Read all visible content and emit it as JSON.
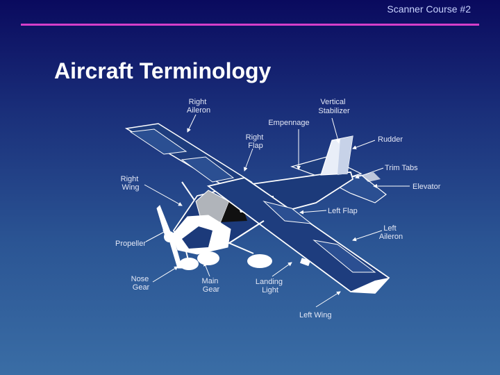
{
  "header": {
    "course": "Scanner Course #2"
  },
  "slide": {
    "title": "Aircraft Terminology"
  },
  "labels": {
    "right_aileron": [
      "Right",
      "Aileron"
    ],
    "vertical_stabilizer": [
      "Vertical",
      "Stabilizer"
    ],
    "empennage": [
      "Empennage"
    ],
    "right_flap": [
      "Right",
      "Flap"
    ],
    "rudder": [
      "Rudder"
    ],
    "trim_tabs": [
      "Trim Tabs"
    ],
    "right_wing": [
      "Right",
      "Wing"
    ],
    "elevator": [
      "Elevator"
    ],
    "left_flap": [
      "Left Flap"
    ],
    "left_aileron": [
      "Left",
      "Aileron"
    ],
    "propeller": [
      "Propeller"
    ],
    "nose_gear": [
      "Nose",
      "Gear"
    ],
    "main_gear": [
      "Main",
      "Gear"
    ],
    "landing_light": [
      "Landing",
      "Light"
    ],
    "left_wing": [
      "Left Wing"
    ]
  }
}
